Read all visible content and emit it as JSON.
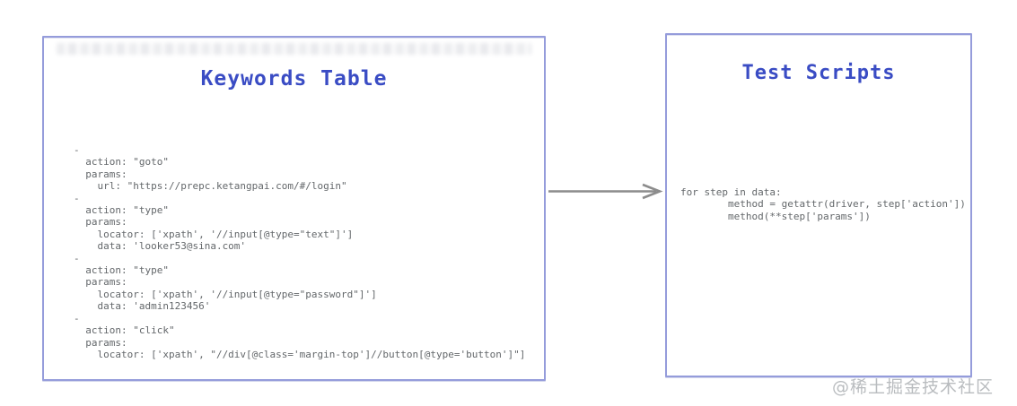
{
  "page": {
    "watermark": "@稀土掘金技术社区",
    "background_color": "#ffffff"
  },
  "colors": {
    "panel_border": "#959cdb",
    "title_blue": "#3a4cc4",
    "code_gray": "#63676a",
    "arrow_gray": "#8c8c8c",
    "watermark_gray": "#b9bcbf"
  },
  "keywords_panel": {
    "title": "Keywords Table",
    "yaml_lines": [
      "-",
      "  action: \"goto\"",
      "  params:",
      "    url: \"https://prepc.ketangpai.com/#/login\"",
      "-",
      "  action: \"type\"",
      "  params:",
      "    locator: ['xpath', '//input[@type=\"text\"]']",
      "    data: 'looker53@sina.com'",
      "-",
      "  action: \"type\"",
      "  params:",
      "    locator: ['xpath', '//input[@type=\"password\"]']",
      "    data: 'admin123456'",
      "-",
      "  action: \"click\"",
      "  params:",
      "    locator: ['xpath', \"//div[@class='margin-top']//button[@type='button']\"]"
    ]
  },
  "scripts_panel": {
    "title": "Test Scripts",
    "code_lines": [
      "for step in data:",
      "        method = getattr(driver, step['action'])",
      "        method(**step['params'])"
    ]
  },
  "arrow": {
    "direction": "left-to-right",
    "from": "keywords-table-panel",
    "to": "test-scripts-panel"
  }
}
